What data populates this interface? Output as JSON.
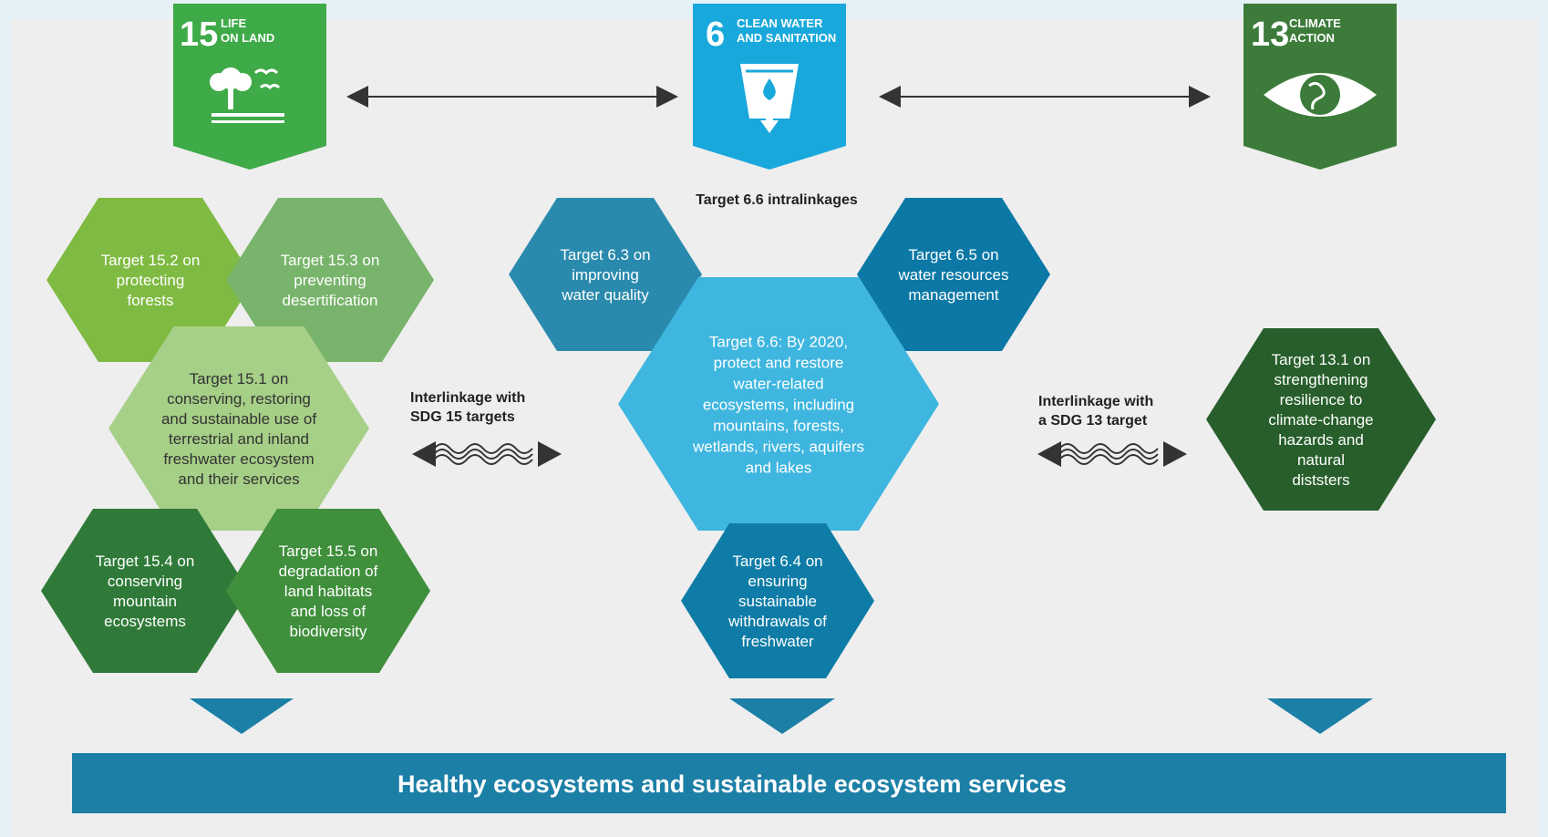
{
  "badges": {
    "sdg15": {
      "number": "15",
      "title_line1": "LIFE",
      "title_line2": "ON LAND",
      "color": "#3eaa48"
    },
    "sdg6": {
      "number": "6",
      "title_line1": "CLEAN WATER",
      "title_line2": "AND SANITATION",
      "color": "#19a8dc"
    },
    "sdg13": {
      "number": "13",
      "title_line1": "CLIMATE",
      "title_line2": "ACTION",
      "color": "#3c7b3a"
    }
  },
  "labels": {
    "intralinkages": "Target 6.6 intralinkages",
    "interlink15_line1": "Interlinkage with",
    "interlink15_line2": "SDG 15 targets",
    "interlink13_line1": "Interlinkage with",
    "interlink13_line2": "a SDG 13 target"
  },
  "hexagons": {
    "t15_2": {
      "lines": [
        "Target 15.2 on",
        "protecting",
        "forests"
      ],
      "color": "#7fba42"
    },
    "t15_3": {
      "lines": [
        "Target 15.3 on",
        "preventing",
        "desertification"
      ],
      "color": "#78b46b"
    },
    "t15_1": {
      "lines": [
        "Target 15.1 on",
        "conserving, restoring",
        "and sustainable use of",
        "terrestrial and inland",
        "freshwater ecosystem",
        "and their services"
      ],
      "color": "#a6cf87"
    },
    "t15_4": {
      "lines": [
        "Target 15.4 on",
        "conserving",
        "mountain",
        "ecosystems"
      ],
      "color": "#2f7a38"
    },
    "t15_5": {
      "lines": [
        "Target 15.5 on",
        "degradation of",
        "land habitats",
        "and loss of",
        "biodiversity"
      ],
      "color": "#3f8f3c"
    },
    "t6_3": {
      "lines": [
        "Target 6.3 on",
        "improving",
        "water quality"
      ],
      "color": "#2a8aad"
    },
    "t6_5": {
      "lines": [
        "Target 6.5 on",
        "water resources",
        "management"
      ],
      "color": "#0b78a6"
    },
    "t6_6": {
      "lines": [
        "Target 6.6: By 2020,",
        "protect and restore",
        "water-related",
        "ecosystems, including",
        "mountains, forests,",
        "wetlands, rivers, aquifers",
        "and lakes"
      ],
      "color": "#3fb6df"
    },
    "t6_4": {
      "lines": [
        "Target 6.4 on",
        "ensuring",
        "sustainable",
        "withdrawals of",
        "freshwater"
      ],
      "color": "#0e7ca6"
    },
    "t13_1": {
      "lines": [
        "Target 13.1 on",
        "strengthening",
        "resilience to",
        "climate-change",
        "hazards and",
        "natural",
        "diststers"
      ],
      "color": "#275e2b"
    }
  },
  "banner": {
    "text": "Healthy ecosystems and sustainable ecosystem services",
    "color": "#1b7fa6"
  },
  "arrow_color": "#1b7fa6"
}
